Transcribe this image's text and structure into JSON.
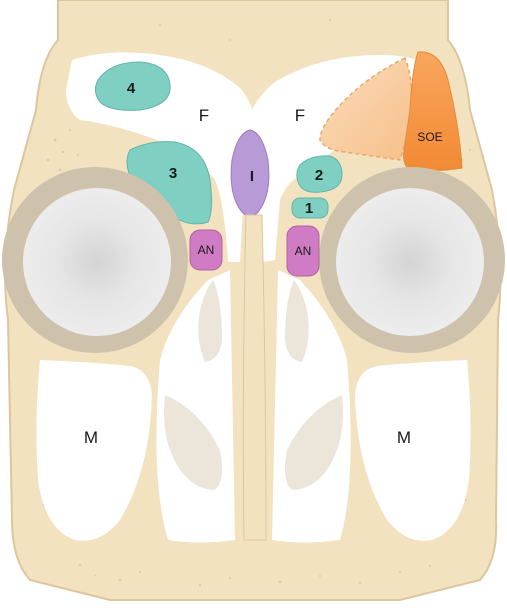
{
  "labels": {
    "cell_4": "4",
    "cell_3": "3",
    "cell_2": "2",
    "cell_1": "1",
    "frontal_left": "F",
    "frontal_right": "F",
    "septum_i": "I",
    "agger_nasi_left": "AN",
    "agger_nasi_right": "AN",
    "soe": "SOE",
    "maxillary_left": "M",
    "maxillary_right": "M"
  },
  "colors": {
    "bone": "#f3e2c0",
    "bone_outline": "#d9c39a",
    "cavity": "#ffffff",
    "teal": "#7fcfc3",
    "purple": "#b89ad6",
    "magenta": "#cf7cc4",
    "orange": "#f7a25a",
    "peach": "#f8c89a",
    "orbit_outer": "#cfc2ad",
    "orbit_inner": "#e4e4e4",
    "turbinate": "#ece6da"
  }
}
